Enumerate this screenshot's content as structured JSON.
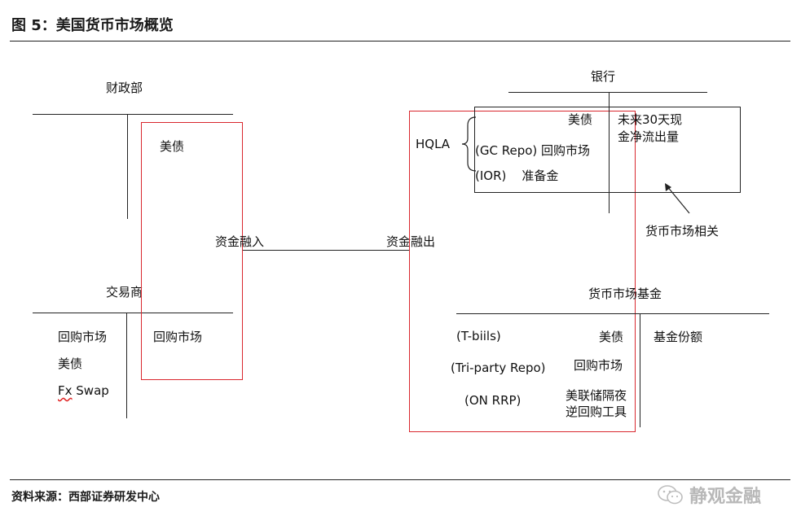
{
  "header": {
    "title": "图 5：美国货币市场概览"
  },
  "footer": {
    "source": "资料来源：西部证券研发中心",
    "watermark": "静观金融"
  },
  "treasury": {
    "label": "财政部",
    "item": "美债"
  },
  "dealer": {
    "label": "交易商",
    "left_items": [
      "回购市场",
      "美债",
      "Fx Swap"
    ],
    "right_item": "回购市场"
  },
  "flow": {
    "in_label": "资金融入",
    "out_label": "资金融出"
  },
  "bank": {
    "label": "银行",
    "hqla": "HQLA",
    "left_items": [
      "美债",
      "(GC Repo) 回购市场",
      "(IOR)    准备金"
    ],
    "right_label": "未来30天现金净流出量",
    "right_lines": [
      "未来30天现",
      "金净流出量"
    ]
  },
  "annotation": {
    "label": "货币市场相关"
  },
  "mmf": {
    "label": "货币市场基金",
    "rows": [
      {
        "code": "(T-biils)",
        "name": "美债"
      },
      {
        "code": "(Tri-party Repo)",
        "name": "回购市场"
      },
      {
        "code": "(ON RRP)",
        "name_lines": [
          "美联储隔夜",
          "逆回购工具"
        ]
      }
    ],
    "right_label": "基金份额"
  }
}
